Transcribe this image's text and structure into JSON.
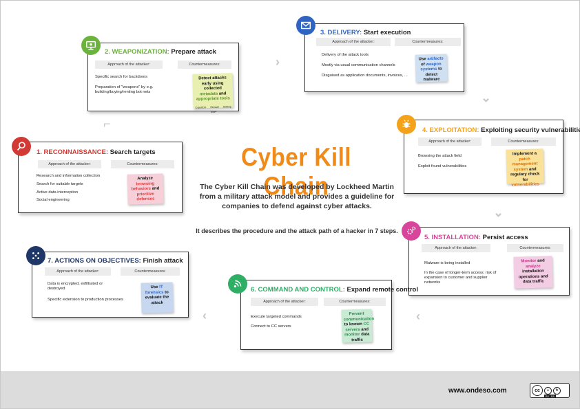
{
  "title": "Cyber Kill Chain",
  "description": "The Cyber Kill Chain was developed by Lockheed Martin from a military attack model and provides a guideline for companies to defend against cyber attacks.",
  "description2": "It describes the procedure and the attack path of a hacker in 7 steps.",
  "footer": {
    "site": "www.ondeso.com",
    "license": "cc",
    "license_by": "BY",
    "license_sa": "SA"
  },
  "colors": {
    "title": "#f08a18",
    "recon": "#d23b35",
    "weapon": "#6cb33e",
    "delivery": "#2f64c3",
    "exploit": "#f5a21b",
    "install": "#d8469b",
    "c2": "#2fae65",
    "actions": "#1f3766"
  },
  "labels": {
    "approach": "Approach of the attacker:",
    "counter": "Countermeasures:"
  },
  "stages": {
    "recon": {
      "num": "1. RECONNAISSANCE:",
      "sub": "Search targets",
      "icon": "magnifier-icon",
      "items": [
        "Research and information collection",
        "Search for suitable targets",
        "Active data interception",
        "Social engineering"
      ],
      "note": [
        "Analyze ",
        "browsing behaviors",
        " and ",
        "prioritize defenses"
      ]
    },
    "weapon": {
      "num": "2. WEAPONIZATION:",
      "sub": "Prepare attack",
      "icon": "monitor-gear-icon",
      "items": [
        "Specific search for backdoors",
        "Preparation of \"weapons\" by e.g. building/buying/renting bot nets"
      ],
      "note": [
        "Detect attacks early using collected ",
        "metadata",
        " and ",
        "appropriate tools"
      ],
      "note_footer": [
        "CopyXDD",
        "Firewall",
        "Antihop",
        "XSIP"
      ]
    },
    "delivery": {
      "num": "3. DELIVERY:",
      "sub": "Start execution",
      "icon": "envelope-icon",
      "items": [
        "Delivery of the attack tools",
        "Mostly via usual communication channels",
        "Disguised as application documents, invoices, ..."
      ],
      "note": [
        "Use ",
        "artifacts",
        " of ",
        "weapon systems",
        " to detect malware"
      ]
    },
    "exploit": {
      "num": "4. EXPLOITATION:",
      "sub": "Exploiting security vulnerabilities",
      "icon": "bug-icon",
      "items": [
        "Browsing the attack field",
        "Exploit found vulnerabilities"
      ],
      "note": [
        "Implement a ",
        "patch management system",
        " and regulary check for ",
        "vulnerabilities"
      ]
    },
    "install": {
      "num": "5. INSTALLATION:",
      "sub": "Persist access",
      "icon": "gears-icon",
      "items": [
        "Malware is being installed",
        "In the case of longer-term access: risk of expansion to customer and supplier networks"
      ],
      "note": [
        "Monitor",
        " and ",
        "analyze",
        " installation operations and data traffic"
      ]
    },
    "c2": {
      "num": "6. COMMAND AND CONTROL:",
      "sub": "Expand remote control",
      "icon": "signal-icon",
      "items": [
        "Execute targeted commands",
        "Connect to CC servers"
      ],
      "note": [
        "Prevent communication",
        " to known ",
        "CC servers",
        " and ",
        "monitor",
        " data traffic"
      ]
    },
    "actions": {
      "num": "7. ACTIONS ON OBJECTIVES:",
      "sub": "Finish attack",
      "icon": "dice-icon",
      "items": [
        "Data is encrypted, exfiltrated or destroyed",
        "Specific extension to production processes"
      ],
      "note": [
        "Use ",
        "IT forensics",
        " to evaluate the attack"
      ]
    }
  }
}
